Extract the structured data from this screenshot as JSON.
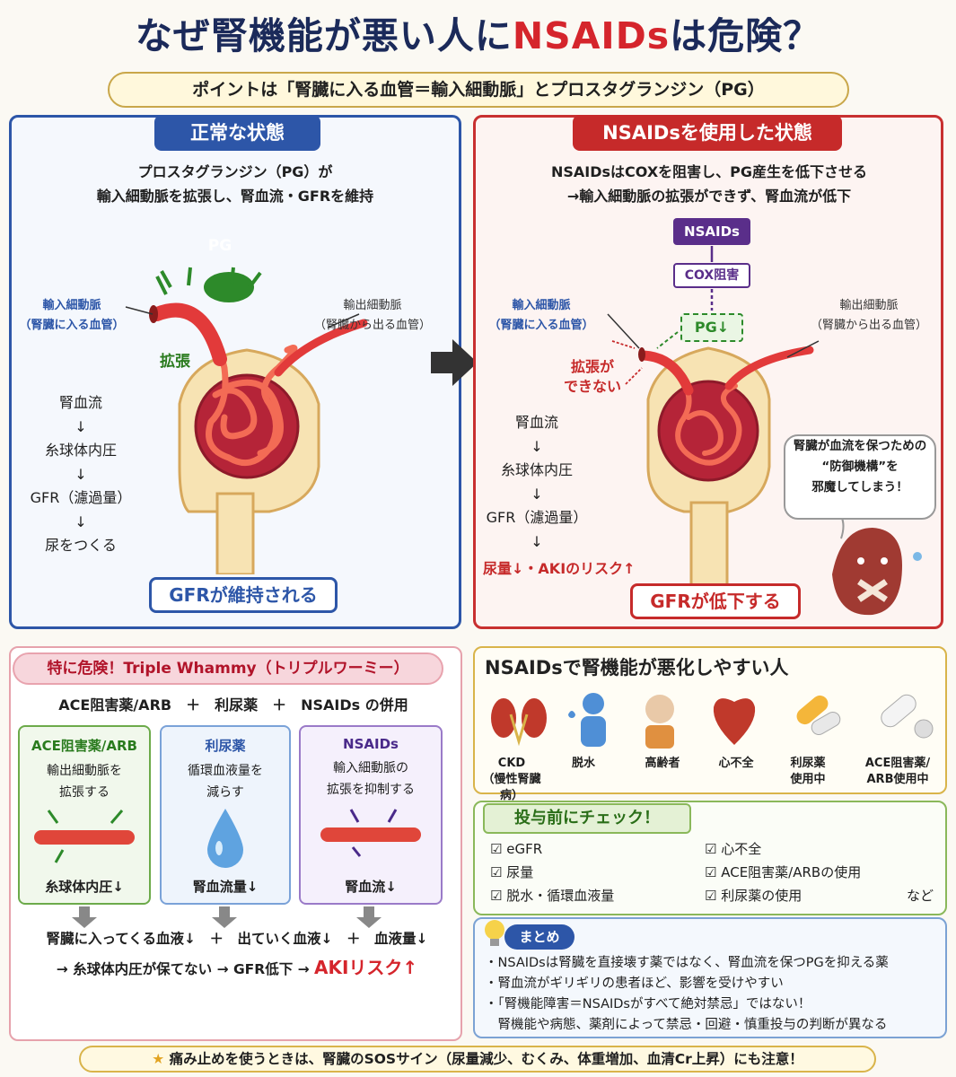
{
  "title_a": "なぜ腎機能が悪い人に",
  "title_b": "NSAIDs",
  "title_c": "は危険？",
  "subtitle": "ポイントは「腎臓に入る血管＝輸入細動脈」とプロスタグランジン（PG）",
  "left": {
    "tag": "正常な状態",
    "desc1": "プロスタグランジン（PG）が",
    "desc2": "輸入細動脈を拡張し、腎血流・GFRを維持",
    "pg": "PG",
    "afferent1": "輸入細動脈",
    "afferent2": "（腎臓に入る血管）",
    "efferent1": "輸出細動脈",
    "efferent2": "（腎臓から出る血管）",
    "dilate": "拡張",
    "flow": [
      "腎血流",
      "↓",
      "糸球体内圧",
      "↓",
      "GFR（濾過量）",
      "↓",
      "尿をつくる"
    ],
    "result": "GFRが維持される"
  },
  "right": {
    "tag": "NSAIDsを使用した状態",
    "desc1": "NSAIDsはCOXを阻害し、PG産生を低下させる",
    "desc2": "→輸入細動脈の拡張ができず、腎血流が低下",
    "nsaids": "NSAIDs",
    "cox": "COX阻害",
    "pg": "PG↓",
    "afferent1": "輸入細動脈",
    "afferent2": "（腎臓に入る血管）",
    "efferent1": "輸出細動脈",
    "efferent2": "（腎臓から出る血管）",
    "nodilate1": "拡張が",
    "nodilate2": "できない",
    "flow": [
      "腎血流",
      "↓",
      "糸球体内圧",
      "↓",
      "GFR（濾過量）",
      "↓"
    ],
    "risk": "尿量↓・AKIのリスク↑",
    "bubble": [
      "腎臓が血流を保つための",
      "“防御機構”を",
      "邪魔してしまう！"
    ],
    "result": "GFRが低下する"
  },
  "tw": {
    "head": "特に危険！Triple Whammy（トリプルワーミー）",
    "combo": "ACE阻害薬/ARB　＋　利尿薬　＋　NSAIDs の併用",
    "cards": [
      {
        "title": "ACE阻害薬/ARB",
        "l1": "輸出細動脈を",
        "l2": "拡張する",
        "foot": "糸球体内圧↓"
      },
      {
        "title": "利尿薬",
        "l1": "循環血液量を",
        "l2": "減らす",
        "foot": "腎血流量↓"
      },
      {
        "title": "NSAIDs",
        "l1": "輸入細動脈の",
        "l2": "拡張を抑制する",
        "foot": "腎血流↓"
      }
    ],
    "sum1": "腎臓に入ってくる血液↓　＋　出ていく血液↓　＋　血液量↓",
    "sum2a": "→ 糸球体内圧が保てない → GFR低下 →",
    "sum2b": "AKIリスク↑"
  },
  "risk": {
    "head": "NSAIDsで腎機能が悪化しやすい人",
    "items": [
      {
        "l1": "CKD",
        "l2": "（慢性腎臓病）"
      },
      {
        "l1": "脱水",
        "l2": ""
      },
      {
        "l1": "高齢者",
        "l2": ""
      },
      {
        "l1": "心不全",
        "l2": ""
      },
      {
        "l1": "利尿薬",
        "l2": "使用中"
      },
      {
        "l1": "ACE阻害薬/",
        "l2": "ARB使用中"
      }
    ]
  },
  "check": {
    "head": "投与前にチェック！",
    "left": [
      "eGFR",
      "尿量",
      "脱水・循環血液量"
    ],
    "right": [
      "心不全",
      "ACE阻害薬/ARBの使用",
      "利尿薬の使用"
    ],
    "etc": "など",
    "mark": "☑"
  },
  "matome": {
    "head": "まとめ",
    "items": [
      "・NSAIDsは腎臓を直接壊す薬ではなく、腎血流を保つPGを抑える薬",
      "・腎血流がギリギリの患者ほど、影響を受けやすい",
      "・「腎機能障害＝NSAIDsがすべて絶対禁忌」ではない！",
      "　腎機能や病態、薬剤によって禁忌・回避・慎重投与の判断が異なる"
    ]
  },
  "bottom": "痛み止めを使うときは、腎臓のSOSサイン（尿量減少、むくみ、体重増加、血清Cr上昇）にも注意！"
}
